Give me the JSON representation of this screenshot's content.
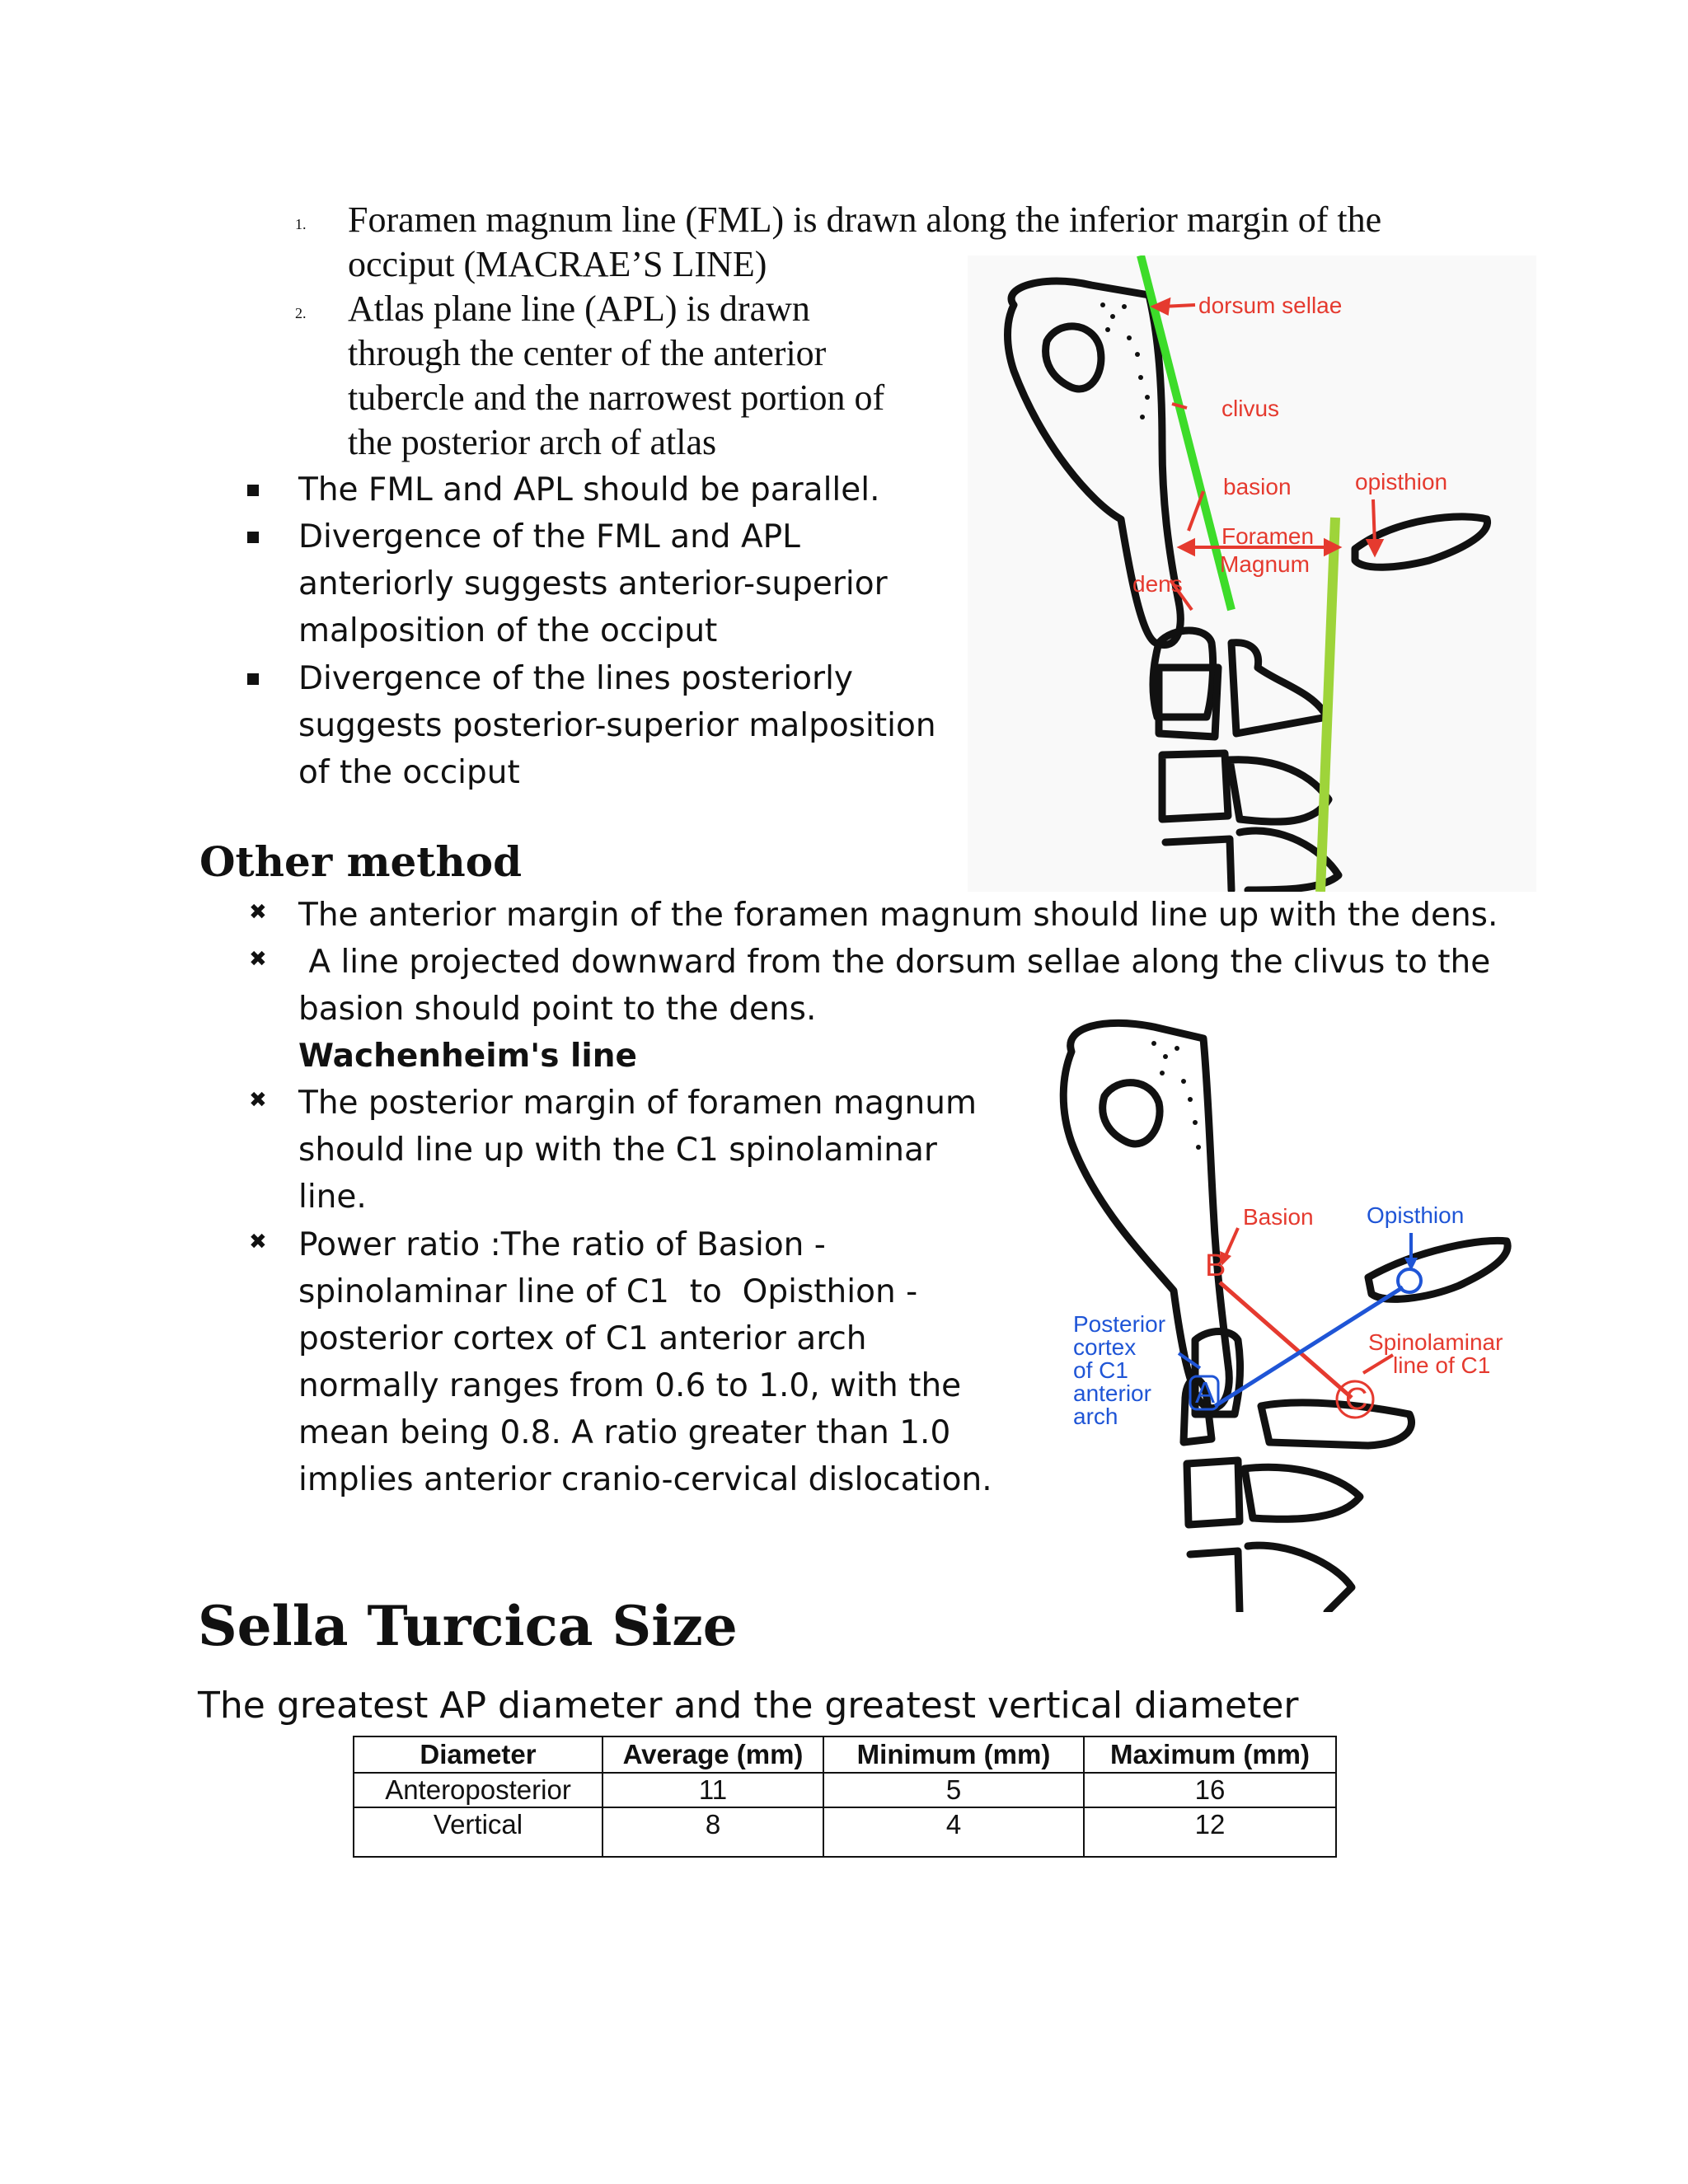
{
  "numbered_list": [
    {
      "marker": "1.",
      "lines": [
        "Foramen magnum line (FML) is drawn along the inferior margin of the",
        "occiput (MACRAE’S LINE)"
      ]
    },
    {
      "marker": "2.",
      "lines": [
        "Atlas plane line (APL) is drawn",
        "through the center of the anterior",
        "tubercle and the narrowest portion of",
        "the posterior arch of atlas"
      ]
    }
  ],
  "bullets": [
    {
      "lines": [
        "The FML and APL should be parallel."
      ]
    },
    {
      "lines": [
        "Divergence of the FML and APL",
        "anteriorly suggests anterior-superior",
        "malposition of the occiput"
      ]
    },
    {
      "lines": [
        "Divergence of the lines posteriorly",
        "suggests posterior-superior malposition",
        "of the occiput"
      ]
    }
  ],
  "other_method": {
    "heading": "Other method",
    "items": [
      {
        "lines": [
          "The anterior margin of the foramen magnum should line up with the dens."
        ]
      },
      {
        "lines": [
          " A line projected downward from the dorsum sellae along the clivus to the",
          "basion should point to the dens."
        ],
        "bold_line": "Wachenheim's line"
      },
      {
        "lines": [
          "The posterior margin of foramen magnum",
          "should line up with the C1 spinolaminar",
          "line."
        ]
      },
      {
        "lines": [
          "Power ratio :The ratio of Basion -",
          "spinolaminar line of C1  to  Opisthion -",
          "posterior cortex of C1 anterior arch",
          "normally ranges from 0.6 to 1.0, with the",
          "mean being 0.8. A ratio greater than 1.0",
          "implies anterior cranio-cervical dislocation."
        ]
      }
    ]
  },
  "figure1": {
    "labels": {
      "dorsum_sellae": "dorsum sellae",
      "clivus": "clivus",
      "basion": "basion",
      "opisthion": "opisthion",
      "foramen": "Foramen",
      "magnum": "Magnum",
      "dens": "dens"
    }
  },
  "figure2": {
    "labels": {
      "basion": "Basion",
      "opisthion": "Opisthion",
      "B": "B",
      "A": "A",
      "C": "C",
      "posterior_cortex": [
        "Posterior",
        "cortex",
        "of C1",
        "anterior",
        "arch"
      ],
      "spinolaminar": [
        "Spinolaminar",
        "line of C1"
      ]
    }
  },
  "sella": {
    "heading": "Sella Turcica Size",
    "subtitle": "The greatest AP diameter and the greatest vertical diameter",
    "table": {
      "headers": [
        "Diameter",
        "Average (mm)",
        "Minimum (mm)",
        "Maximum (mm)"
      ],
      "rows": [
        [
          "Anteroposterior",
          "11",
          "5",
          "16"
        ],
        [
          "Vertical",
          "8",
          "4",
          "12"
        ]
      ]
    }
  },
  "colors": {
    "label_red": "#e53a2f",
    "label_blue": "#1f55d6",
    "line_green": "#3ddc2a",
    "line_lightgreen": "#9ed43a"
  }
}
